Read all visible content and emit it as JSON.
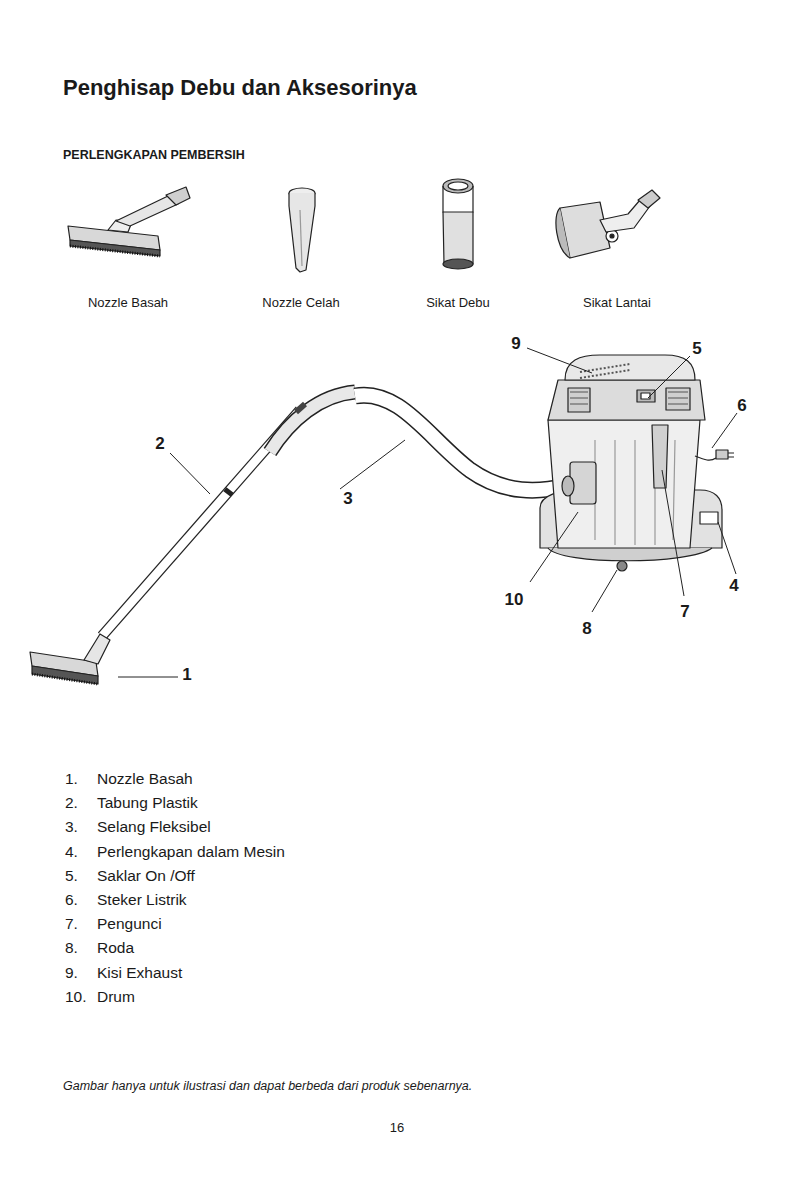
{
  "diagram": {
    "title": "Penghisap Debu dan Aksesorinya",
    "caption": "Gambar hanya untuk ilustrasi dan dapat berbeda dari produk sebenarnya.",
    "labels": [
      "PERLENGKAPAN PEMBERSIH",
      "Nozzle Basah",
      "Nozzle Celah",
      "Sikat Debu",
      "Sikat Lantai",
      "9",
      "5",
      "6",
      "2",
      "3",
      "4",
      "10",
      "7",
      "8",
      "1",
      "1.",
      "Nozzle Basah",
      "2.",
      "Tabung Plastik",
      "3.",
      "Selang Fleksibel",
      "4.",
      "Perlengkapan dalam Mesin",
      "5.",
      "Saklar On /Off",
      "6.",
      "Steker Listrik",
      "7.",
      "Pengunci",
      "8.",
      "Roda",
      "9.",
      "Kisi Exhaust",
      "10.",
      "Drum",
      "16"
    ]
  }
}
